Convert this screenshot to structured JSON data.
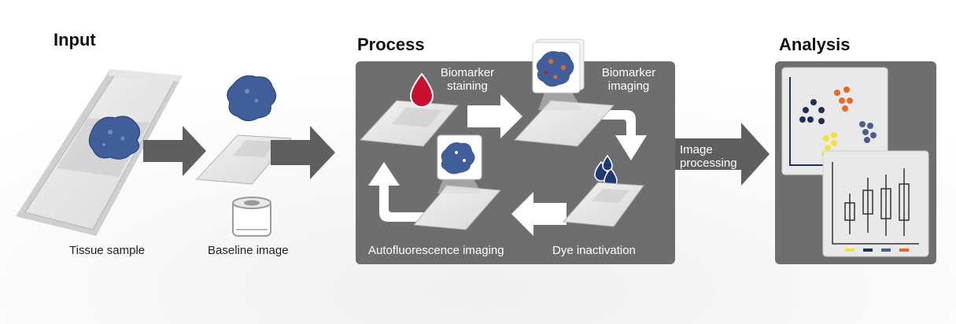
{
  "sections": {
    "input": "Input",
    "process": "Process",
    "analysis": "Analysis"
  },
  "input": {
    "tissue_sample": "Tissue sample",
    "baseline_image": "Baseline image"
  },
  "process": {
    "biomarker_staining": [
      "Biomarker",
      "staining"
    ],
    "biomarker_imaging": [
      "Biomarker",
      "imaging"
    ],
    "autofluorescence_imaging": "Autofluorescence imaging",
    "dye_inactivation": "Dye inactivation"
  },
  "image_processing": [
    "Image",
    "processing"
  ],
  "colors": {
    "panel": "#6e6e6e",
    "arrow": "#5f5f5f",
    "tissue": "#3f5e9a",
    "drop_red": "#c8102e",
    "drop_blue": "#1f3b73",
    "cluster_navy": "#1f2f57",
    "cluster_orange": "#e8682a",
    "cluster_yellow": "#f2e33b",
    "cluster_slate": "#4b5f8f"
  }
}
